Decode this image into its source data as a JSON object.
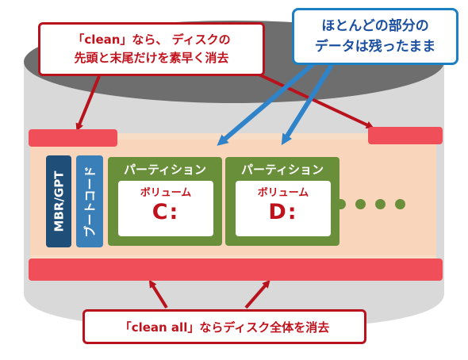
{
  "callouts": {
    "clean": {
      "line1": "「clean」なら、 ディスクの",
      "line2": "先頭と末尾だけを素早く消去"
    },
    "data_left": {
      "line1": "ほとんどの部分の",
      "line2": "データは残ったまま"
    },
    "clean_all": {
      "text": "「clean all」ならディスク全体を消去"
    }
  },
  "disk": {
    "mbr_label": "MBR/GPT",
    "boot_label": "ブートコード",
    "partitions": [
      {
        "label": "パーティション",
        "volume_label": "ボリューム",
        "letter": "C:"
      },
      {
        "label": "パーティション",
        "volume_label": "ボリューム",
        "letter": "D:"
      }
    ],
    "more_dots": 4
  },
  "colors": {
    "red_border": "#b8121c",
    "red_text": "#c0121c",
    "blue_border": "#1b7fc4",
    "blue_text": "#1b4fa0",
    "mbr_fill": "#1f4e79",
    "boot_fill": "#3a7fb8",
    "partition_fill": "#6a8f3a",
    "erased_bar": "#f04e58",
    "disk_gray": "#d9d9d9"
  }
}
